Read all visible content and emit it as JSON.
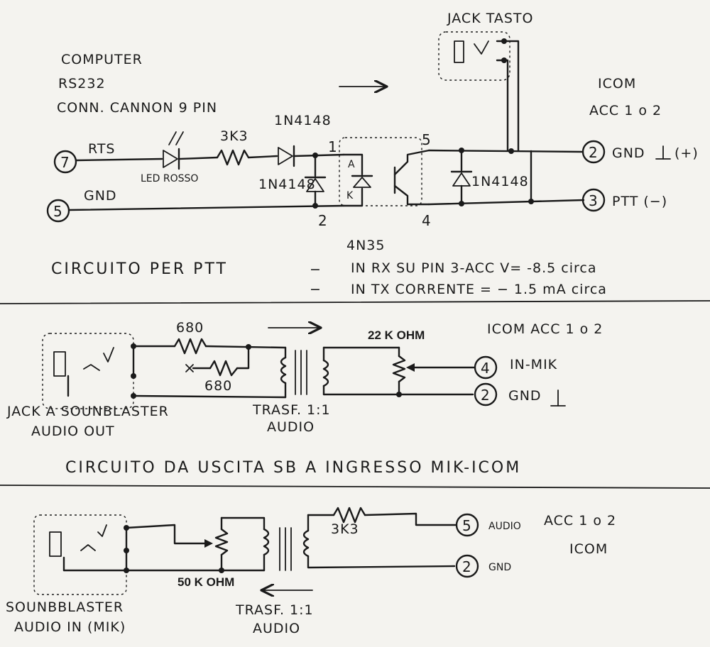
{
  "section1": {
    "computer_line1": "COMPUTER",
    "computer_line2": "RS232",
    "computer_line3": "CONN. CANNON 9 PIN",
    "jack_tasto": "JACK TASTO",
    "icom": "ICOM",
    "acc": "ACC 1 o 2",
    "pin7": "7",
    "pin5": "5",
    "rts": "RTS",
    "gnd": "GND",
    "led": "LED ROSSO",
    "resistor": "3K3",
    "diode_top": "1N4148",
    "diode_left": "1N4148",
    "diode_right": "1N4148",
    "opto_a": "A",
    "opto_k": "K",
    "opto_pin1": "1",
    "opto_pin2": "2",
    "opto_pin4": "4",
    "opto_pin5": "5",
    "opto": "4N35",
    "out_pin2": "2",
    "out_pin3": "3",
    "gnd_out": "GND",
    "plus": "(+)",
    "ptt": "PTT (−)",
    "caption": "CIRCUITO PER PTT",
    "note_dash1": "−",
    "note_dash2": "−",
    "note1": "IN RX SU PIN 3-ACC V= -8.5 circa",
    "note2": "IN TX CORRENTE = − 1.5 mA circa"
  },
  "section2": {
    "r1": "680",
    "r2": "680",
    "pot": "22 K OHM",
    "icom_acc": "ICOM ACC 1 o 2",
    "pin4": "4",
    "pin2": "2",
    "in_mik": "IN-MIK",
    "gnd": "GND",
    "jack_label": "JACK A SOUNBLASTER",
    "audio_out": "AUDIO OUT",
    "trasf": "TRASF. 1:1",
    "audio": "AUDIO",
    "caption": "CIRCUITO DA USCITA SB A INGRESSO MIK-ICOM"
  },
  "section3": {
    "resistor": "3K3",
    "pin5": "5",
    "pin2": "2",
    "audio": "AUDIO",
    "gnd": "GND",
    "acc": "ACC 1 o 2",
    "icom": "ICOM",
    "pot": "50 K OHM",
    "sb_line1": "SOUNBBLASTER",
    "sb_line2": "AUDIO IN (MIK)",
    "trasf": "TRASF. 1:1",
    "trasf_audio": "AUDIO"
  }
}
